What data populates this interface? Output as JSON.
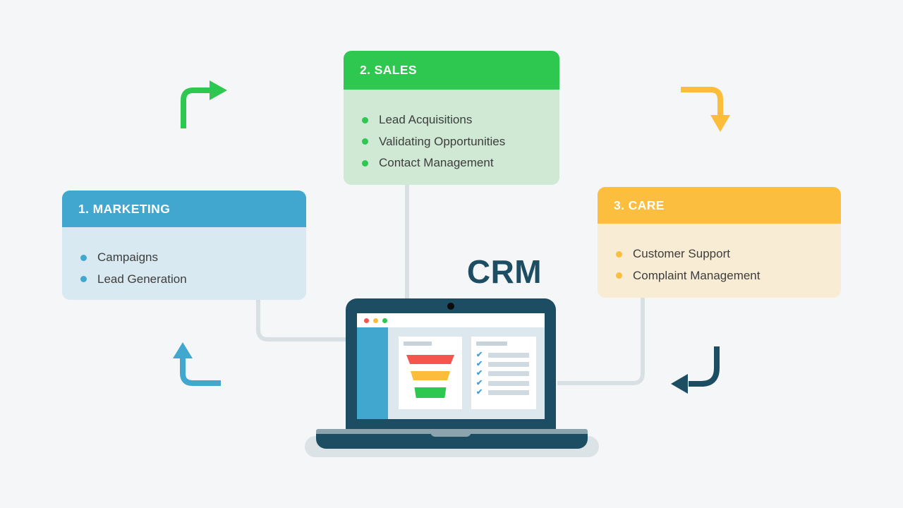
{
  "background_color": "#f5f6f7",
  "center_label": "CRM",
  "cards": [
    {
      "header": "1. MARKETING",
      "items": [
        "Campaigns",
        "Lead Generation"
      ],
      "header_color": "#41a7ce",
      "body_color": "#d8e9f1",
      "bullet_color": "#41a7ce"
    },
    {
      "header": "2. SALES",
      "items": [
        "Lead Acquisitions",
        "Validating Opportunities",
        "Contact Management"
      ],
      "header_color": "#2ec850",
      "body_color": "#cfe9d4",
      "bullet_color": "#2ec850"
    },
    {
      "header": "3. CARE",
      "items": [
        "Customer Support",
        "Complaint Management"
      ],
      "header_color": "#fcbe3e",
      "body_color": "#f8ecd4",
      "bullet_color": "#fcbe3e"
    }
  ],
  "arrows": [
    {
      "name": "up-then-right-arrow",
      "color": "#2ec850"
    },
    {
      "name": "right-then-down-arrow",
      "color": "#fcbd3a"
    },
    {
      "name": "left-then-up-arrow",
      "color": "#41a7ce"
    },
    {
      "name": "down-then-left-arrow",
      "color": "#1d4d63"
    }
  ],
  "connector_color": "#d9e0e4",
  "laptop": {
    "frame_color": "#1d4d63",
    "base_strip_color": "#8ba4ae",
    "shadow_color": "#dce3e7",
    "sidebar_color": "#41a7ce",
    "content_bg_color": "#dce8ed",
    "browser_dot_colors": [
      "#f4564e",
      "#fcbd3a",
      "#2ec850"
    ],
    "funnel_band_colors": [
      "#f4564e",
      "#fcbd3a",
      "#2ec850"
    ],
    "checklist_row_count": 5,
    "check_color": "#3fa0d8",
    "check_glyph": "✔"
  }
}
